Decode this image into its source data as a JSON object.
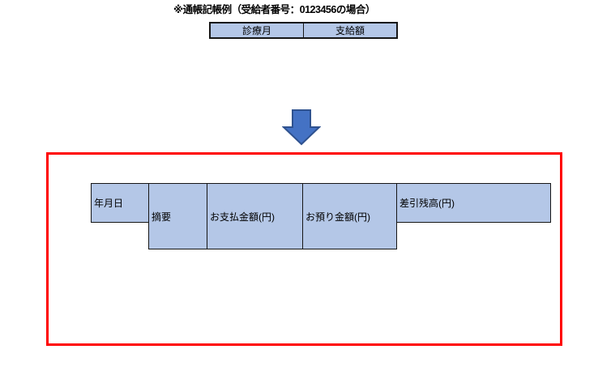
{
  "title": "※通帳記帳例（受給者番号：0123456の場合）",
  "summary_table": {
    "headers": [
      "診療月",
      "支給額"
    ]
  },
  "arrow": {
    "direction": "down"
  },
  "bankbook_table": {
    "columns": [
      "年月日",
      "摘要",
      "お支払金額(円)",
      "お預り金額(円)",
      "差引残高(円)"
    ]
  },
  "colors": {
    "background": "#ffffff",
    "cell_fill": "#b4c7e7",
    "cell_border": "#161616",
    "text": "#000000",
    "highlight_box": "#ff0000",
    "arrow_fill": "#4472c4",
    "arrow_border": "#2f528f"
  }
}
